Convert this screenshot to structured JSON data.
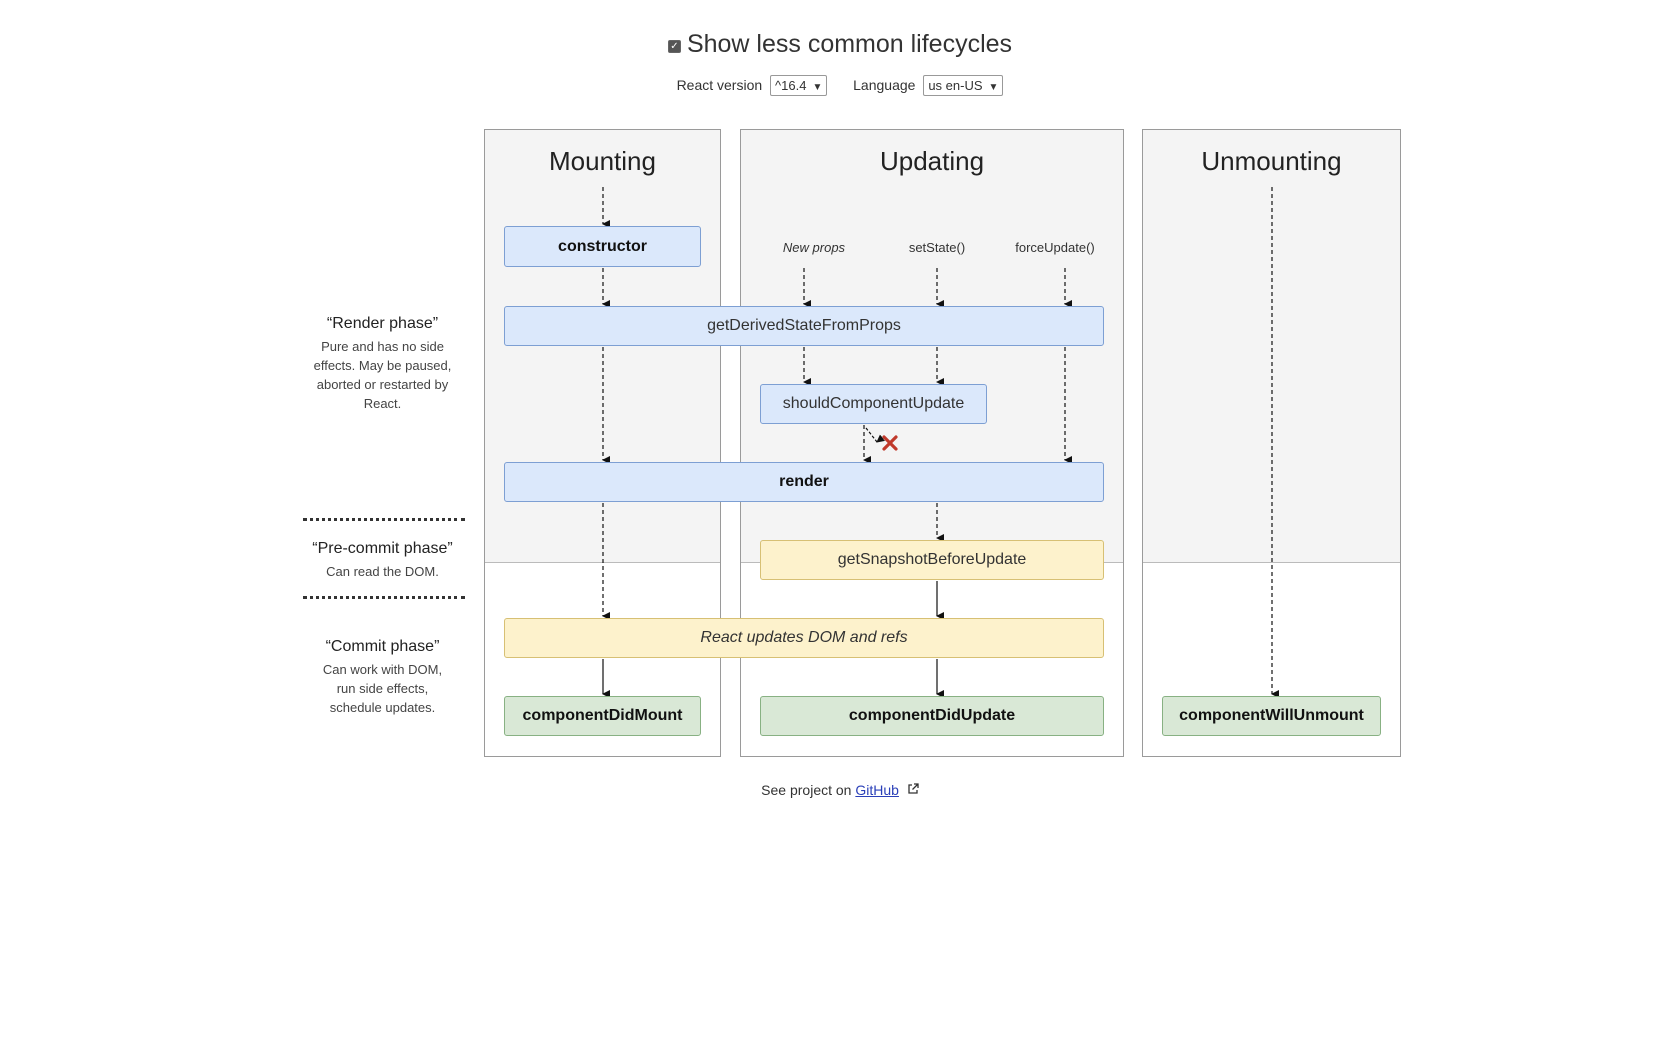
{
  "header": {
    "toggle_label": "Show less common lifecycles",
    "toggle_checked": true,
    "react_version_label": "React version",
    "react_version_value": "^16.4",
    "language_label": "Language",
    "language_value": "us en-US"
  },
  "columns": {
    "mounting": "Mounting",
    "updating": "Updating",
    "unmounting": "Unmounting"
  },
  "triggers": {
    "new_props": "New props",
    "set_state": "setState()",
    "force_update": "forceUpdate()"
  },
  "nodes": {
    "constructor": "constructor",
    "get_derived_state": "getDerivedStateFromProps",
    "should_update": "shouldComponentUpdate",
    "render": "render",
    "snapshot": "getSnapshotBeforeUpdate",
    "react_updates": "React updates DOM and refs",
    "did_mount": "componentDidMount",
    "did_update": "componentDidUpdate",
    "will_unmount": "componentWillUnmount"
  },
  "phases": {
    "render_title": "“Render phase”",
    "render_desc": "Pure and has no side effects. May be paused, aborted or restarted by React.",
    "precommit_title": "“Pre-commit phase”",
    "precommit_desc": "Can read the DOM.",
    "commit_title": "“Commit phase”",
    "commit_desc": "Can work with DOM, run side effects, schedule updates."
  },
  "footer": {
    "prefix": "See project on",
    "link": "GitHub"
  },
  "colors": {
    "render_phase_nodes": "#dbe8fb",
    "precommit_nodes": "#fdf2cc",
    "commit_nodes": "#d9e8d6",
    "stop_mark": "#c0392b"
  },
  "icons": {
    "stop": "x-mark-icon",
    "external": "external-link-icon"
  }
}
